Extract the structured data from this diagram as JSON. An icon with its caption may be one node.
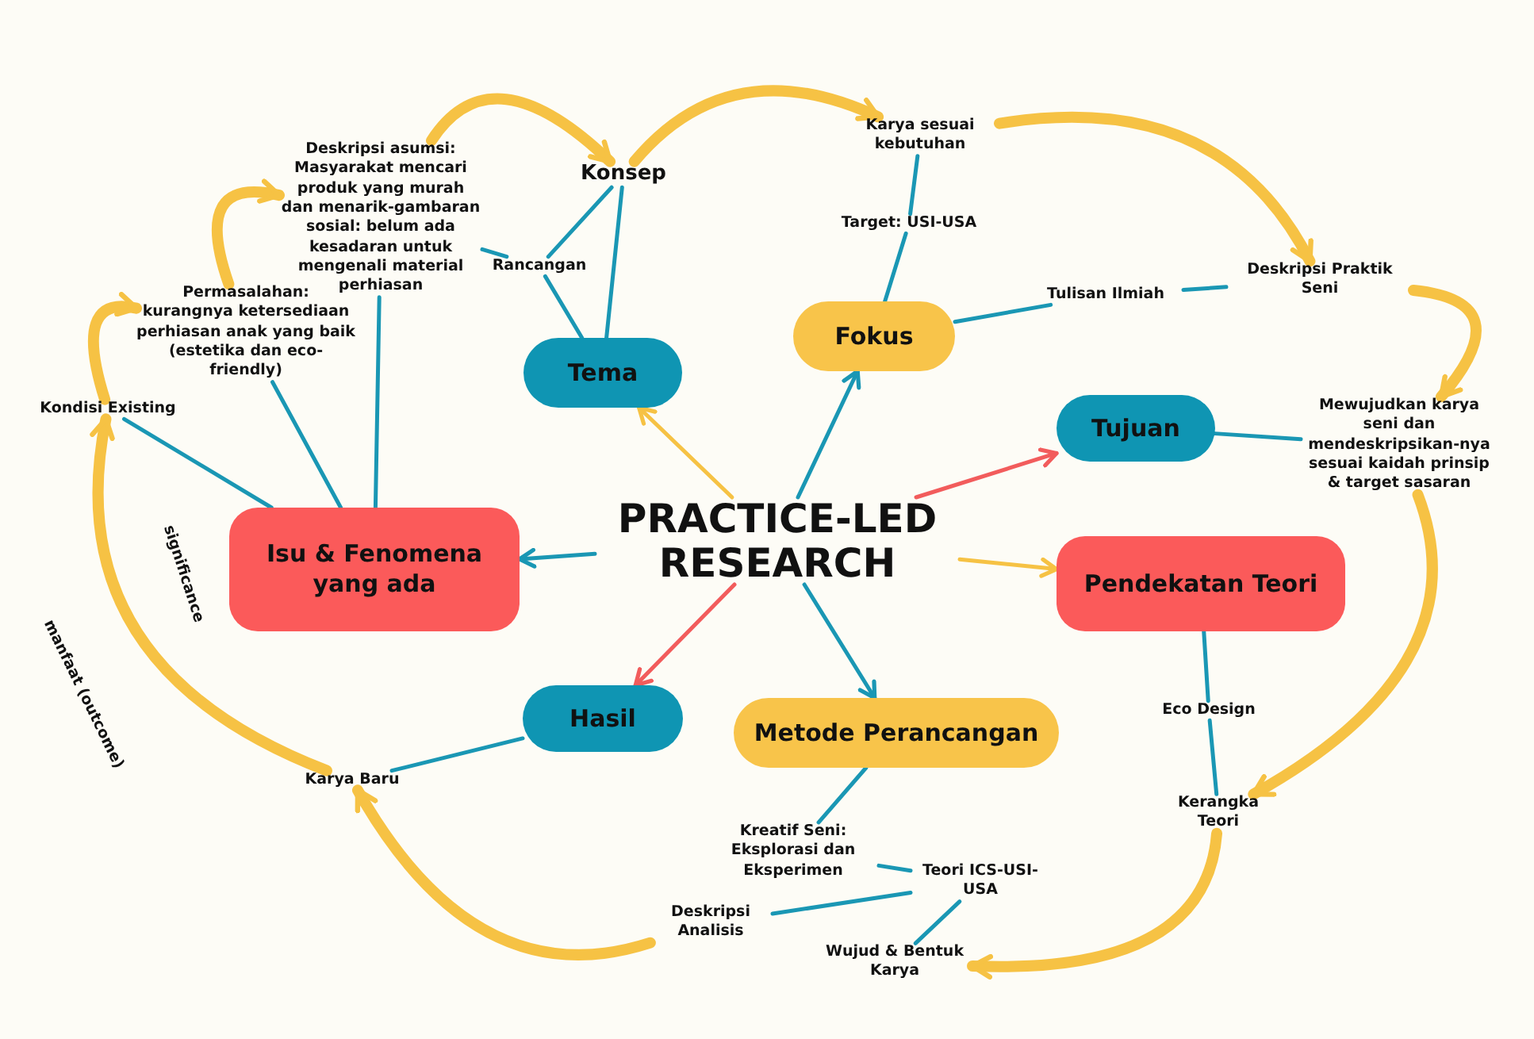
{
  "diagram": {
    "nodes": [
      {
        "text": [
          "PRACTICE-LED RESEARCH"
        ]
      },
      {
        "text": [
          "Isu & Fenomena yang ada"
        ]
      },
      {
        "text": [
          "Tema"
        ]
      },
      {
        "text": [
          "Fokus"
        ]
      },
      {
        "text": [
          "Tujuan"
        ]
      },
      {
        "text": [
          "Pendekatan Teori"
        ]
      },
      {
        "text": [
          "Metode Perancangan"
        ]
      },
      {
        "text": [
          "Hasil"
        ]
      },
      {
        "text": [
          "Kondisi Existing"
        ]
      },
      {
        "text": [
          "Permasalahan: kurangnya ketersediaan perhiasan anak yang baik (estetika dan eco-friendly)"
        ]
      },
      {
        "text": [
          "Deskripsi asumsi: Masyarakat mencari produk yang murah dan menarik-gambaran sosial: belum ada kesadaran untuk mengenali material perhiasan"
        ]
      },
      {
        "text": [
          "Konsep"
        ]
      },
      {
        "text": [
          "Rancangan"
        ]
      },
      {
        "text": [
          "Karya sesuai kebutuhan"
        ]
      },
      {
        "text": [
          "Target: USI-USA"
        ]
      },
      {
        "text": [
          "Tulisan Ilmiah"
        ]
      },
      {
        "text": [
          "Deskripsi Praktik Seni"
        ]
      },
      {
        "text": [
          "Mewujudkan karya seni dan mendeskripsikan-nya sesuai kaidah prinsip & target sasaran"
        ]
      },
      {
        "text": [
          "Eco Design"
        ]
      },
      {
        "text": [
          "Kerangka Teori"
        ]
      },
      {
        "text": [
          "Kreatif Seni: Eksplorasi dan Eksperimen"
        ]
      },
      {
        "text": [
          "Teori ICS-USI-USA"
        ]
      },
      {
        "text": [
          "Deskripsi Analisis"
        ]
      },
      {
        "text": [
          "Wujud & Bentuk Karya"
        ]
      },
      {
        "text": [
          "Karya Baru"
        ]
      }
    ],
    "edges": [
      {
        "from": 0,
        "to": 1,
        "arrow": "to"
      },
      {
        "from": 0,
        "to": 2,
        "arrow": "to",
        "color": "#f6c244"
      },
      {
        "from": 0,
        "to": 3,
        "arrow": "to"
      },
      {
        "from": 0,
        "to": 4,
        "arrow": "to",
        "color": "#f25c5c"
      },
      {
        "from": 0,
        "to": 5,
        "arrow": "to",
        "color": "#f6c244"
      },
      {
        "from": 0,
        "to": 6,
        "arrow": "to"
      },
      {
        "from": 0,
        "to": 7,
        "arrow": "to",
        "color": "#f25c5c"
      },
      {
        "from": 1,
        "to": 8,
        "arrow": "none"
      },
      {
        "from": 1,
        "to": 9,
        "arrow": "none"
      },
      {
        "from": 1,
        "to": 10,
        "arrow": "none"
      },
      {
        "from": 10,
        "to": 12,
        "arrow": "none"
      },
      {
        "from": 12,
        "to": 11,
        "arrow": "none"
      },
      {
        "from": 2,
        "to": 12,
        "arrow": "none"
      },
      {
        "from": 2,
        "to": 11,
        "arrow": "none"
      },
      {
        "from": 3,
        "to": 14,
        "arrow": "none"
      },
      {
        "from": 14,
        "to": 13,
        "arrow": "none"
      },
      {
        "from": 3,
        "to": 15,
        "arrow": "none"
      },
      {
        "from": 15,
        "to": 16,
        "arrow": "none"
      },
      {
        "from": 4,
        "to": 17,
        "arrow": "none"
      },
      {
        "from": 5,
        "to": 18,
        "arrow": "none"
      },
      {
        "from": 18,
        "to": 19,
        "arrow": "none"
      },
      {
        "from": 6,
        "to": 20,
        "arrow": "none"
      },
      {
        "from": 20,
        "to": 21,
        "arrow": "none"
      },
      {
        "from": 22,
        "to": 21,
        "arrow": "none"
      },
      {
        "from": 21,
        "to": 23,
        "arrow": "none"
      },
      {
        "from": 7,
        "to": 24,
        "arrow": "none"
      },
      {
        "from": 8,
        "to": 9,
        "arrow": "to",
        "style": "thick",
        "color": "#f6c244"
      },
      {
        "from": 9,
        "to": 10,
        "arrow": "to",
        "style": "thick",
        "color": "#f6c244"
      },
      {
        "from": 10,
        "to": 11,
        "arrow": "to",
        "style": "thick",
        "color": "#f6c244"
      },
      {
        "from": 11,
        "to": 13,
        "arrow": "to",
        "style": "thick",
        "color": "#f6c244"
      },
      {
        "from": 13,
        "to": 16,
        "arrow": "to",
        "style": "thick",
        "color": "#f6c244"
      },
      {
        "from": 16,
        "to": 17,
        "arrow": "to",
        "style": "thick",
        "color": "#f6c244"
      },
      {
        "from": 17,
        "to": 19,
        "arrow": "to",
        "style": "thick",
        "color": "#f6c244"
      },
      {
        "from": 19,
        "to": 23,
        "arrow": "to",
        "style": "thick",
        "color": "#f6c244"
      },
      {
        "from": 22,
        "to": 24,
        "arrow": "to",
        "style": "thick",
        "color": "#f6c244"
      },
      {
        "from": 24,
        "to": 8,
        "arrow": "to",
        "style": "thick",
        "color": "#f6c244"
      }
    ],
    "labels": [
      "significance",
      "manfaat (outcome)"
    ]
  }
}
